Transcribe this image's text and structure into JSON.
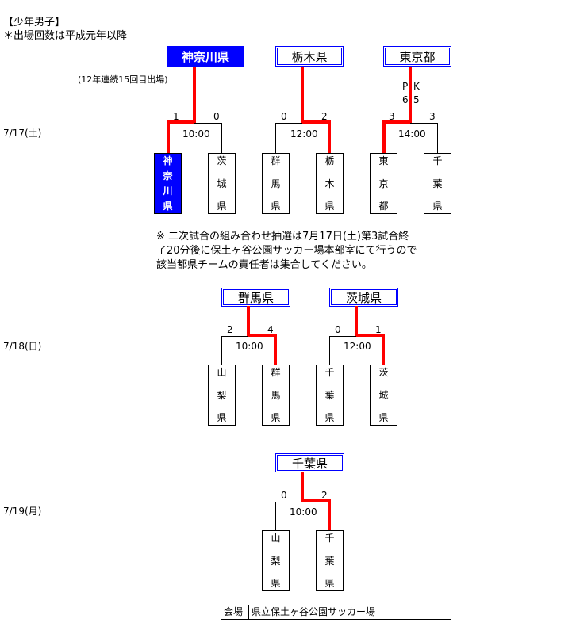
{
  "header": {
    "title": "【少年男子】",
    "note": "＊出場回数は平成元年以降"
  },
  "colors": {
    "winner_line": "#ff0000",
    "highlight_fill": "#0000ff",
    "double_border": "#0000ff"
  },
  "round1": {
    "date": "7/17(土)",
    "appearance_note": "(12年連続15回目出場)",
    "matches": [
      {
        "winner": "神奈川県",
        "winner_highlighted": true,
        "time": "10:00",
        "left": {
          "chars": [
            "神",
            "奈",
            "川",
            "県"
          ],
          "score": "1",
          "highlighted": true
        },
        "right": {
          "chars": [
            "茨",
            "城",
            "県"
          ],
          "score": "0"
        }
      },
      {
        "winner": "栃木県",
        "time": "12:00",
        "left": {
          "chars": [
            "群",
            "馬",
            "県"
          ],
          "score": "0"
        },
        "right": {
          "chars": [
            "栃",
            "木",
            "県"
          ],
          "score": "2"
        }
      },
      {
        "winner": "東京都",
        "time": "14:00",
        "pk_label": [
          "P",
          "K"
        ],
        "pk_scores": [
          "6",
          "5"
        ],
        "left": {
          "chars": [
            "東",
            "京",
            "都"
          ],
          "score": "3"
        },
        "right": {
          "chars": [
            "千",
            "葉",
            "県"
          ],
          "score": "3"
        }
      }
    ]
  },
  "draw_notice": [
    "※ 二次試合の組み合わせ抽選は7月17日(土)第3試合終",
    "了20分後に保土ヶ谷公園サッカー場本部室にて行うので",
    "該当都県チームの責任者は集合してください。"
  ],
  "round2": {
    "date": "7/18(日)",
    "matches": [
      {
        "winner": "群馬県",
        "time": "10:00",
        "left": {
          "chars": [
            "山",
            "梨",
            "県"
          ],
          "score": "2"
        },
        "right": {
          "chars": [
            "群",
            "馬",
            "県"
          ],
          "score": "4"
        }
      },
      {
        "winner": "茨城県",
        "time": "12:00",
        "left": {
          "chars": [
            "千",
            "葉",
            "県"
          ],
          "score": "0"
        },
        "right": {
          "chars": [
            "茨",
            "城",
            "県"
          ],
          "score": "1"
        }
      }
    ]
  },
  "round3": {
    "date": "7/19(月)",
    "matches": [
      {
        "winner": "千葉県",
        "time": "10:00",
        "left": {
          "chars": [
            "山",
            "梨",
            "県"
          ],
          "score": "0"
        },
        "right": {
          "chars": [
            "千",
            "葉",
            "県"
          ],
          "score": "2"
        }
      }
    ]
  },
  "venue": {
    "label": "会場",
    "value": "県立保土ヶ谷公園サッカー場"
  }
}
